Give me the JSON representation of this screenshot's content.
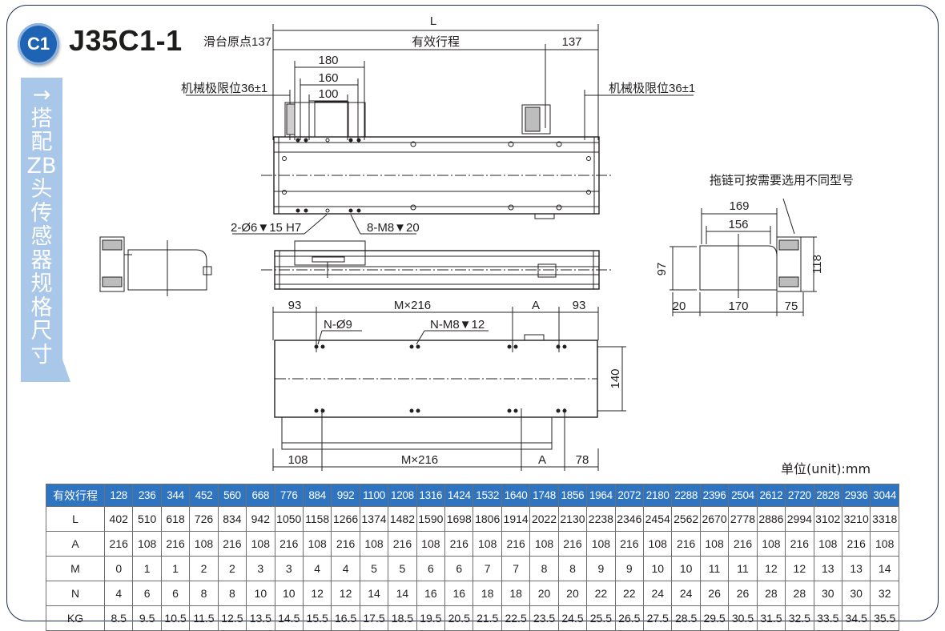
{
  "header": {
    "badge": "C1",
    "title": "J35C1-1"
  },
  "sidebar": {
    "label": "→\n搭\n配\nZB\n头\n传\n感\n器\n规\n格\n尺\n寸"
  },
  "top_view": {
    "overall_length": "L",
    "slide_origin": "滑台原点137",
    "effective_stroke": "有效行程",
    "right_end": "137",
    "dim_180": "180",
    "dim_160": "160",
    "dim_100": "100",
    "mech_limit_left": "机械极限位36±1",
    "mech_limit_right": "机械极限位36±1",
    "pin_holes": "2-Ø6▼15 H7",
    "tapped_holes": "8-M8▼20"
  },
  "end_view": {
    "drag_chain_note": "拖链可按需要选用不同型号",
    "dim_169": "169",
    "dim_156": "156",
    "dim_97": "97",
    "dim_118": "118",
    "dim_20": "20",
    "dim_170": "170",
    "dim_75": "75"
  },
  "bottom_view": {
    "top_left": "93",
    "top_mid": "M×216",
    "top_a": "A",
    "top_right": "93",
    "holes_n": "N-Ø9",
    "holes_m": "N-M8▼12",
    "width_140": "140",
    "bot_left": "108",
    "bot_mid": "M×216",
    "bot_a": "A",
    "bot_right": "78"
  },
  "unit_label": "单位(unit):mm",
  "spec_table": {
    "header_label": "有效行程",
    "strokes": [
      "128",
      "236",
      "344",
      "452",
      "560",
      "668",
      "776",
      "884",
      "992",
      "1100",
      "1208",
      "1316",
      "1424",
      "1532",
      "1640",
      "1748",
      "1856",
      "1964",
      "2072",
      "2180",
      "2288",
      "2396",
      "2504",
      "2612",
      "2720",
      "2828",
      "2936",
      "3044"
    ],
    "rows": [
      {
        "label": "L",
        "values": [
          "402",
          "510",
          "618",
          "726",
          "834",
          "942",
          "1050",
          "1158",
          "1266",
          "1374",
          "1482",
          "1590",
          "1698",
          "1806",
          "1914",
          "2022",
          "2130",
          "2238",
          "2346",
          "2454",
          "2562",
          "2670",
          "2778",
          "2886",
          "2994",
          "3102",
          "3210",
          "3318"
        ]
      },
      {
        "label": "A",
        "values": [
          "216",
          "108",
          "216",
          "108",
          "216",
          "108",
          "216",
          "108",
          "216",
          "108",
          "216",
          "108",
          "216",
          "108",
          "216",
          "108",
          "216",
          "108",
          "216",
          "108",
          "216",
          "108",
          "216",
          "108",
          "216",
          "108",
          "216",
          "108"
        ]
      },
      {
        "label": "M",
        "values": [
          "0",
          "1",
          "1",
          "2",
          "2",
          "3",
          "3",
          "4",
          "4",
          "5",
          "5",
          "6",
          "6",
          "7",
          "7",
          "8",
          "8",
          "9",
          "9",
          "10",
          "10",
          "11",
          "11",
          "12",
          "12",
          "13",
          "13",
          "14"
        ]
      },
      {
        "label": "N",
        "values": [
          "4",
          "6",
          "6",
          "8",
          "8",
          "10",
          "10",
          "12",
          "12",
          "14",
          "14",
          "16",
          "16",
          "18",
          "18",
          "20",
          "20",
          "22",
          "22",
          "24",
          "24",
          "26",
          "26",
          "28",
          "28",
          "30",
          "30",
          "32"
        ]
      },
      {
        "label": "KG",
        "values": [
          "8.5",
          "9.5",
          "10.5",
          "11.5",
          "12.5",
          "13.5",
          "14.5",
          "15.5",
          "16.5",
          "17.5",
          "18.5",
          "19.5",
          "20.5",
          "21.5",
          "22.5",
          "23.5",
          "24.5",
          "25.5",
          "26.5",
          "27.5",
          "28.5",
          "29.5",
          "30.5",
          "31.5",
          "32.5",
          "33.5",
          "34.5",
          "35.5"
        ]
      }
    ]
  },
  "colors": {
    "accent": "#2e74c0",
    "sidebar": "#a9c7e8",
    "badge": "#1e63b4",
    "frame": "#1f2a5a"
  }
}
